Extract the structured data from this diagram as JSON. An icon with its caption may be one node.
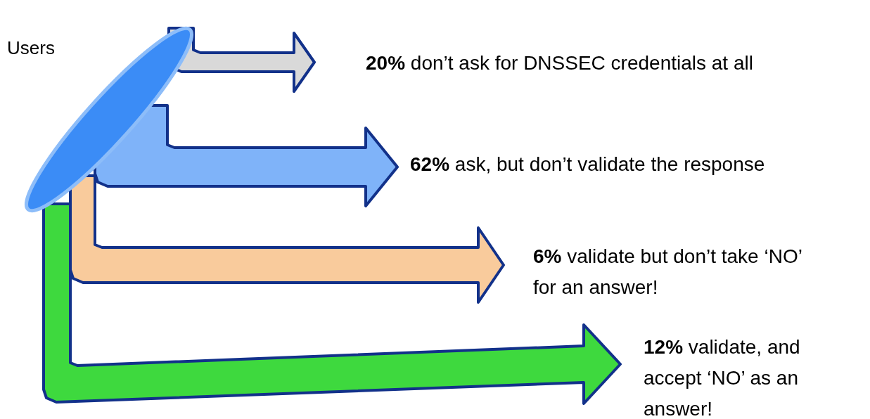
{
  "diagram": {
    "nodes": [
      {
        "text": [],
        "shape": "ellipse",
        "beside": [
          "Users"
        ]
      },
      {
        "text": [
          "**20%** don’t ask for DNSSEC credentials at all"
        ]
      },
      {
        "text": [
          "**62%** ask, but don’t validate the response"
        ]
      },
      {
        "text": [
          "**6%** validate but don’t take ‘NO’ for an answer!"
        ]
      },
      {
        "text": [
          "**12%** validate, and accept ‘NO’ as an answer!"
        ]
      }
    ],
    "edges": [
      {
        "from": 0,
        "to": 1,
        "arrow": "to",
        "style": "thick",
        "color": "#d9d9d9"
      },
      {
        "from": 0,
        "to": 2,
        "arrow": "to",
        "style": "thick",
        "color": "#7fb3f9"
      },
      {
        "from": 0,
        "to": 3,
        "arrow": "to",
        "style": "thick",
        "color": "#f9cb9c"
      },
      {
        "from": 0,
        "to": 4,
        "arrow": "to",
        "style": "thick",
        "color": "#3ed93e"
      }
    ]
  }
}
